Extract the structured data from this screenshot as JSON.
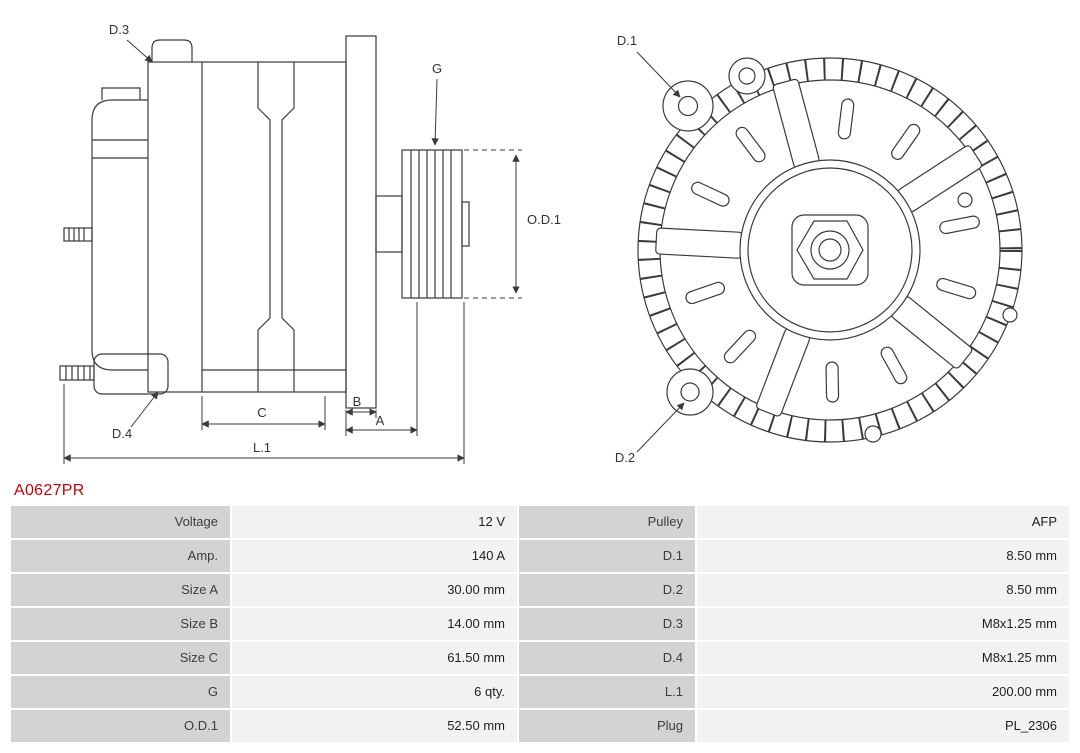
{
  "part_number": "A0627PR",
  "colors": {
    "part_number": "#cc0000",
    "line": "#3a3a3a",
    "label_cell_bg": "#d3d3d3",
    "value_cell_bg": "#f2f2f2"
  },
  "diagram": {
    "labels": {
      "d1": "D.1",
      "d2": "D.2",
      "d3": "D.3",
      "d4": "D.4",
      "g": "G",
      "od1": "O.D.1",
      "a": "A",
      "b": "B",
      "c": "C",
      "l1": "L.1"
    }
  },
  "specs": {
    "rows": [
      {
        "left_label": "Voltage",
        "left_value": "12 V",
        "right_label": "Pulley",
        "right_value": "AFP"
      },
      {
        "left_label": "Amp.",
        "left_value": "140 A",
        "right_label": "D.1",
        "right_value": "8.50 mm"
      },
      {
        "left_label": "Size A",
        "left_value": "30.00 mm",
        "right_label": "D.2",
        "right_value": "8.50 mm"
      },
      {
        "left_label": "Size B",
        "left_value": "14.00 mm",
        "right_label": "D.3",
        "right_value": "M8x1.25 mm"
      },
      {
        "left_label": "Size C",
        "left_value": "61.50 mm",
        "right_label": "D.4",
        "right_value": "M8x1.25 mm"
      },
      {
        "left_label": "G",
        "left_value": "6 qty.",
        "right_label": "L.1",
        "right_value": "200.00 mm"
      },
      {
        "left_label": "O.D.1",
        "left_value": "52.50 mm",
        "right_label": "Plug",
        "right_value": "PL_2306"
      }
    ]
  }
}
